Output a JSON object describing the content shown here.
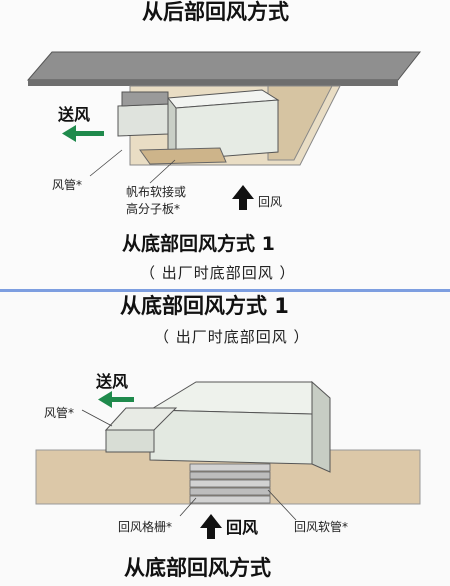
{
  "top": {
    "title": "从后部回风方式",
    "labels": {
      "supply": "送风",
      "duct": "风管*",
      "flex": "帆布软接或",
      "flex2": "高分子板*",
      "return": "回风"
    },
    "caption": "从底部回风方式 1",
    "caption_sub": "（ 出厂时底部回风 ）"
  },
  "bottom": {
    "title": "从底部回风方式 1",
    "title_sub": "（ 出厂时底部回风 ）",
    "labels": {
      "supply": "送风",
      "duct": "风管*",
      "grille": "回风格栅*",
      "return": "回风",
      "soft_duct": "回风软管*"
    },
    "caption": "从底部回风方式"
  },
  "colors": {
    "arrow_green": "#1f8a4c",
    "divider": "#7d9ee0",
    "ceiling": "#8c8c8c",
    "slab": "#dcc8a8"
  }
}
